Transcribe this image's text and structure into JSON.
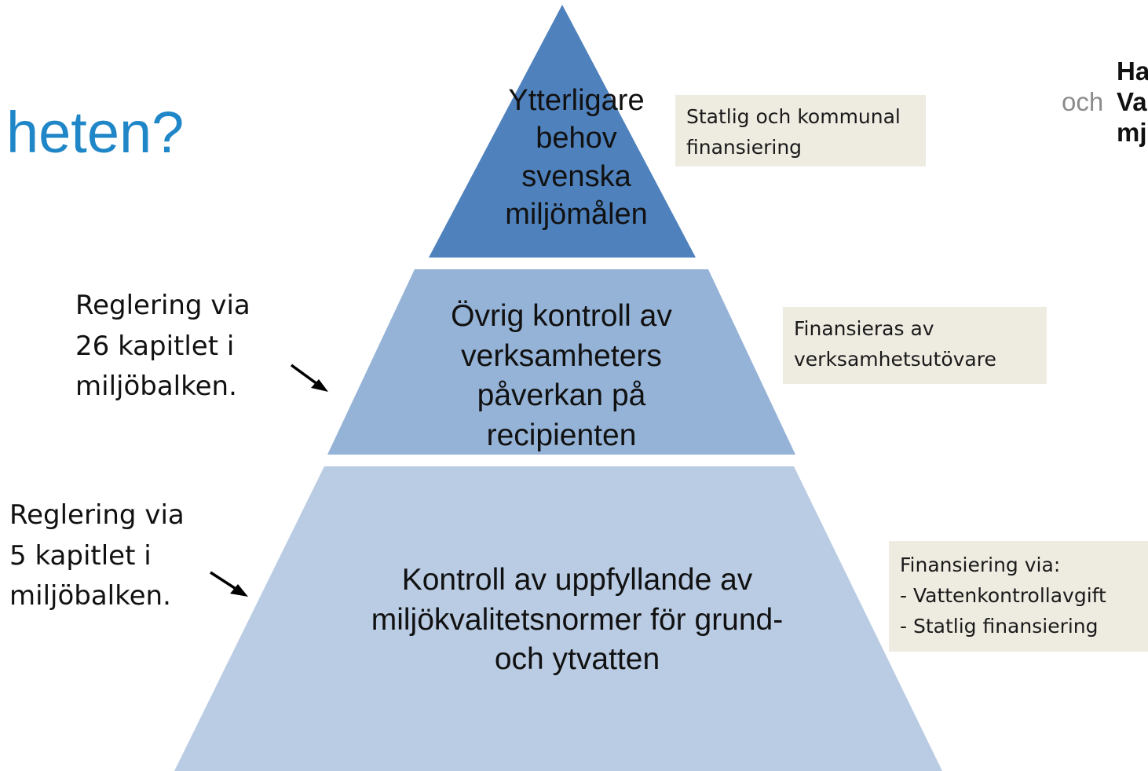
{
  "title": "heten?",
  "pyramid": {
    "tiers": [
      {
        "lines": [
          "Ytterligare",
          "behov",
          "svenska",
          "miljömålen"
        ],
        "color": "#4f81bd"
      },
      {
        "lines": [
          "Övrig kontroll av",
          "verksamheters",
          "påverkan på",
          "recipienten"
        ],
        "color": "#95b3d7"
      },
      {
        "lines": [
          "Kontroll av uppfyllande av",
          "miljökvalitetsnormer för grund-",
          "och ytvatten"
        ],
        "color": "#b9cce4"
      }
    ]
  },
  "notes": [
    {
      "lines": [
        "Statlig och kommunal",
        "finansiering"
      ]
    },
    {
      "lines": [
        "Finansieras av",
        "verksamhetsutövare"
      ]
    },
    {
      "lines": [
        "Finansiering via:",
        "- Vattenkontrollavgift",
        "- Statlig finansiering"
      ]
    }
  ],
  "regulations": [
    {
      "lines": [
        "Reglering via",
        "26 kapitlet i",
        "miljöbalken."
      ]
    },
    {
      "lines": [
        "Reglering via",
        "5 kapitlet i",
        "miljöbalken."
      ]
    }
  ],
  "logo": {
    "line1": "Ha",
    "och": "och",
    "line2": "Va",
    "line3": "mj"
  },
  "colors": {
    "title": "#1f86c8",
    "note_bg": "#eeebe1"
  }
}
